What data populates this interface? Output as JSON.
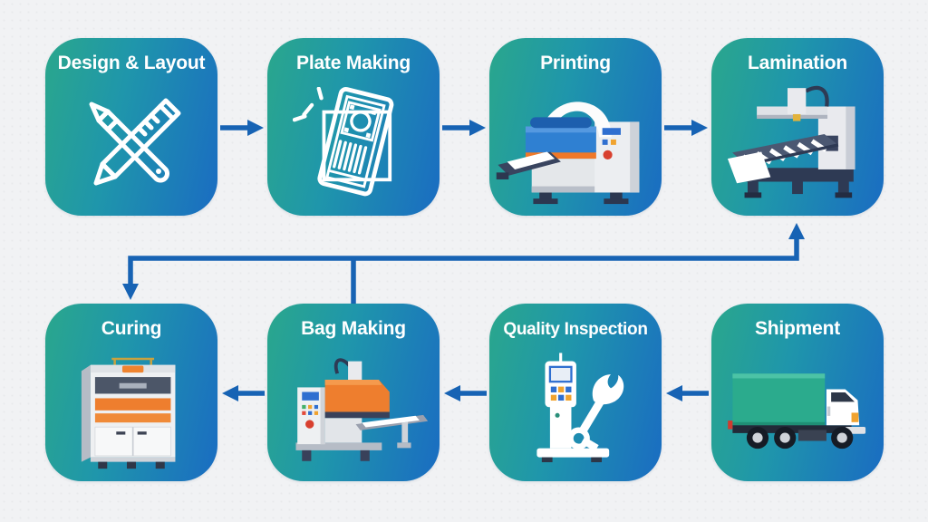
{
  "steps": [
    {
      "id": "design-layout",
      "label": "Design & Layout",
      "icon": "pencil-and-brush-icon",
      "row": 1,
      "col": 1
    },
    {
      "id": "plate-making",
      "label": "Plate Making",
      "icon": "printing-plate-icon",
      "row": 1,
      "col": 2
    },
    {
      "id": "printing",
      "label": "Printing",
      "icon": "printing-press-icon",
      "row": 1,
      "col": 3
    },
    {
      "id": "lamination",
      "label": "Lamination",
      "icon": "lamination-machine-icon",
      "row": 1,
      "col": 4
    },
    {
      "id": "curing",
      "label": "Curing",
      "icon": "curing-oven-icon",
      "row": 2,
      "col": 1
    },
    {
      "id": "bag-making",
      "label": "Bag Making",
      "icon": "bag-making-machine-icon",
      "row": 2,
      "col": 2
    },
    {
      "id": "quality-inspection",
      "label": "Quality Inspection",
      "icon": "inspection-robot-arm-icon",
      "row": 2,
      "col": 3
    },
    {
      "id": "shipment",
      "label": "Shipment",
      "icon": "truck-icon",
      "row": 2,
      "col": 4
    }
  ],
  "arrows": [
    {
      "from": "design-layout",
      "to": "plate-making",
      "direction": "right"
    },
    {
      "from": "plate-making",
      "to": "printing",
      "direction": "right"
    },
    {
      "from": "printing",
      "to": "lamination",
      "direction": "right"
    },
    {
      "from": "shipment",
      "to": "quality-inspection",
      "direction": "left"
    },
    {
      "from": "quality-inspection",
      "to": "bag-making",
      "direction": "left"
    },
    {
      "from": "bag-making",
      "to": "curing",
      "direction": "left"
    },
    {
      "type": "elbow-connector",
      "arrowheads": [
        "down into curing",
        "up into lamination"
      ],
      "stem_touches": "bag-making top"
    }
  ],
  "colors": {
    "background": "#f1f2f4",
    "tile_gradient_green": "#2aa78c",
    "tile_gradient_blue": "#1a6cc2",
    "arrow_blue": "#1763b4",
    "label_white": "#ffffff",
    "machine_orange": "#ee7e2e",
    "machine_navy": "#2e3a54",
    "truck_green": "#2bab8d",
    "alert_red": "#d8402f"
  }
}
